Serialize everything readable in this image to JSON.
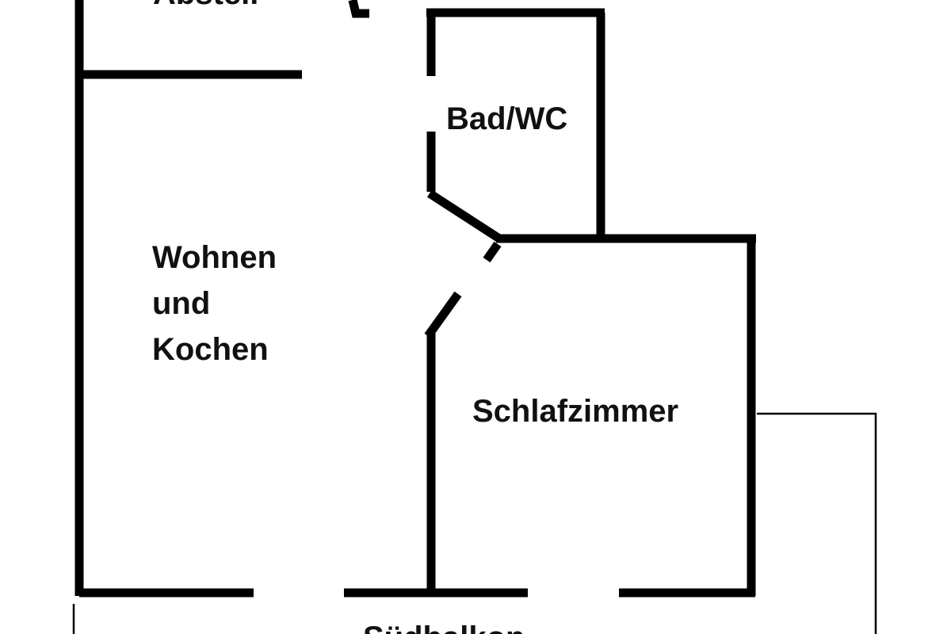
{
  "floorplan": {
    "rooms": {
      "storage": "Abstell",
      "bathroom": "Bad/WC",
      "living": [
        "Wohnen",
        "und",
        "Kochen"
      ],
      "bedroom": "Schlafzimmer",
      "balcony": "Südbalkon"
    },
    "colors": {
      "wall": "#000000",
      "text": "#111111",
      "background": "#ffffff"
    }
  }
}
